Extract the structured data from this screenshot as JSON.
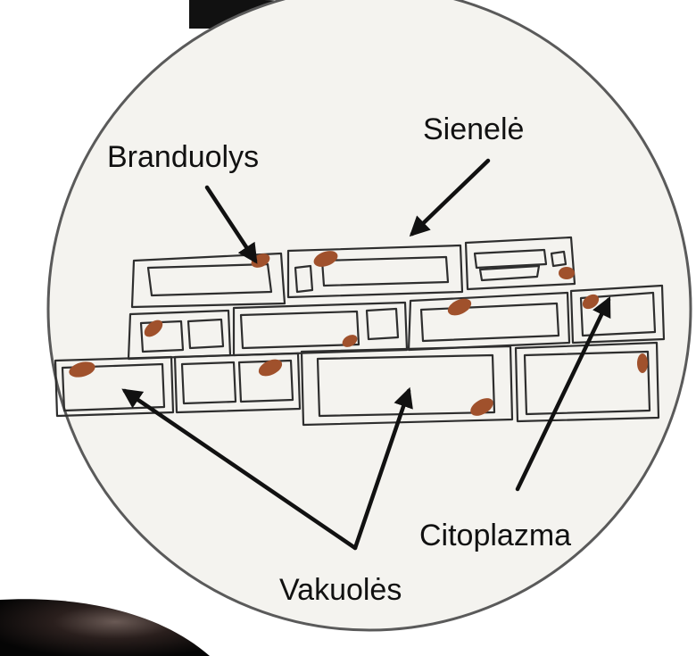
{
  "diagram": {
    "labels": {
      "nucleus": "Branduolys",
      "wall": "Sienelė",
      "cytoplasm": "Citoplazma",
      "vacuoles": "Vakuolės"
    },
    "colors": {
      "background": "#ffffff",
      "circle_fill": "#f4f3ef",
      "circle_stroke": "#5a5a5a",
      "cell_stroke": "#2e2e2e",
      "nucleus_fill": "#a0512c",
      "arrow": "#111111",
      "slide_dark": "#111111"
    }
  }
}
